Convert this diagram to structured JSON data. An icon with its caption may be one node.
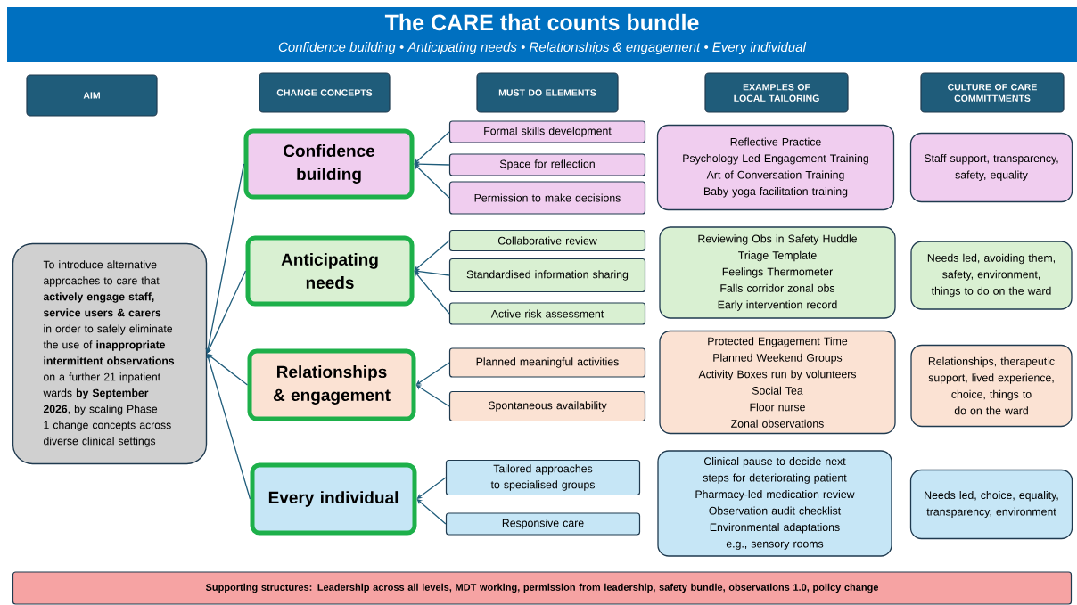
{
  "diagram": {
    "title": "The CARE that counts bundle",
    "nodes": [
      {
        "text": [
          "AIM"
        ]
      },
      {
        "text": [
          "CHANGE CONCEPTS"
        ]
      },
      {
        "text": [
          "MUST DO ELEMENTS"
        ]
      },
      {
        "text": [
          "EXAMPLES OF LOCAL TAILORING"
        ]
      },
      {
        "text": [
          "CULTURE OF CARE COMMITTMENTS"
        ]
      },
      {
        "text": [
          "To introduce alternative approaches to care that **actively engage staff, service users & carers** in order to safely eliminate the use of **inappropriate intermittent observations** on a further 21 inpatient wards **by September 2026**, by scaling Phase 1 change concepts across diverse clinical settings"
        ]
      },
      {
        "text": [
          "Confidence building"
        ]
      },
      {
        "text": [
          "Formal skills development"
        ]
      },
      {
        "text": [
          "Space for reflection"
        ]
      },
      {
        "text": [
          "Permission to make decisions"
        ]
      },
      {
        "text": [
          "Reflective Practice",
          "Psychology Led Engagement Training",
          "Art of Conversation Training",
          "Baby yoga facilitation training"
        ]
      },
      {
        "text": [
          "Staff support, transparency, safety, equality"
        ]
      },
      {
        "text": [
          "Anticipating needs"
        ]
      },
      {
        "text": [
          "Collaborative review"
        ]
      },
      {
        "text": [
          "Standardised information sharing"
        ]
      },
      {
        "text": [
          "Active risk assessment"
        ]
      },
      {
        "text": [
          "Reviewing Obs in Safety Huddle",
          "Triage Template",
          "Feelings Thermometer",
          "Falls corridor zonal obs",
          "Early intervention record"
        ]
      },
      {
        "text": [
          "Needs led, avoiding them, safety, environment, things to do on the ward"
        ]
      },
      {
        "text": [
          "Relationships & engagement"
        ]
      },
      {
        "text": [
          "Planned meaningful activities"
        ]
      },
      {
        "text": [
          "Spontaneous availability"
        ]
      },
      {
        "text": [
          "Protected Engagement Time",
          "Planned Weekend Groups",
          "Activity Boxes run by volunteers",
          "Social Tea",
          "Floor nurse",
          "Zonal observations"
        ]
      },
      {
        "text": [
          "Relationships, therapeutic support, lived experience, choice, things to do on the ward"
        ]
      },
      {
        "text": [
          "Every individual"
        ]
      },
      {
        "text": [
          "Tailored approaches to specialised groups"
        ]
      },
      {
        "text": [
          "Responsive care"
        ]
      },
      {
        "text": [
          "Clinical pause to decide next steps for deteriorating patient",
          "Pharmacy-led medication review",
          "Observation audit checklist",
          "Environmental adaptations e.g., sensory rooms"
        ]
      },
      {
        "text": [
          "Needs led, choice, equality, transparency, environment"
        ]
      },
      {
        "text": [
          "Supporting structures: Leadership across all levels, MDT working, permission from leadership, safety bundle, observations 1.0, policy change"
        ]
      }
    ],
    "edges": [
      {
        "from": 6,
        "to": 5,
        "arrow": "to"
      },
      {
        "from": 12,
        "to": 5,
        "arrow": "to"
      },
      {
        "from": 18,
        "to": 5,
        "arrow": "to"
      },
      {
        "from": 23,
        "to": 5,
        "arrow": "to"
      },
      {
        "from": 7,
        "to": 6,
        "arrow": "to"
      },
      {
        "from": 8,
        "to": 6,
        "arrow": "to"
      },
      {
        "from": 9,
        "to": 6,
        "arrow": "to"
      },
      {
        "from": 13,
        "to": 12,
        "arrow": "to"
      },
      {
        "from": 14,
        "to": 12,
        "arrow": "to"
      },
      {
        "from": 15,
        "to": 12,
        "arrow": "to"
      },
      {
        "from": 19,
        "to": 18,
        "arrow": "to"
      },
      {
        "from": 20,
        "to": 18,
        "arrow": "to"
      },
      {
        "from": 24,
        "to": 23,
        "arrow": "to"
      },
      {
        "from": 25,
        "to": 23,
        "arrow": "to"
      }
    ],
    "labels": [
      "Confidence building • Anticipating needs • Relationships & engagement • Every individual"
    ]
  }
}
